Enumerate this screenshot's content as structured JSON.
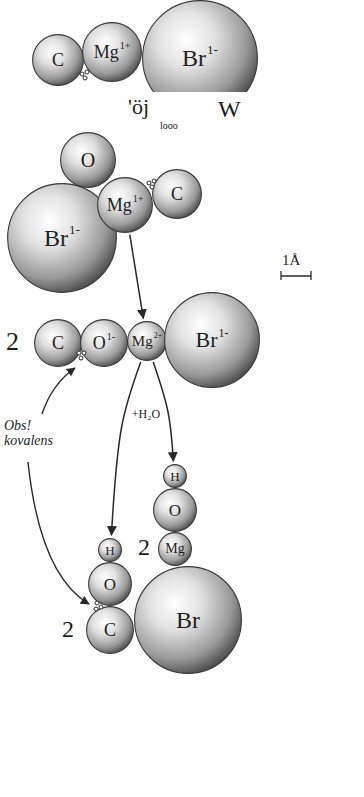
{
  "diagram": {
    "nodes": [
      {
        "text": [
          "C"
        ]
      },
      {
        "text": [
          "Mg",
          "1+"
        ]
      },
      {
        "text": [
          "Br",
          "1-"
        ]
      },
      {
        "text": [
          "O"
        ]
      },
      {
        "text": [
          "Br",
          "1-"
        ]
      },
      {
        "text": [
          "Mg",
          "1+"
        ]
      },
      {
        "text": [
          "C"
        ]
      },
      {
        "text": [
          "C"
        ]
      },
      {
        "text": [
          "O",
          "1-"
        ]
      },
      {
        "text": [
          "Mg",
          "2+"
        ]
      },
      {
        "text": [
          "Br",
          "1-"
        ]
      },
      {
        "text": [
          "H"
        ]
      },
      {
        "text": [
          "O"
        ]
      },
      {
        "text": [
          "C"
        ]
      },
      {
        "text": [
          "H"
        ]
      },
      {
        "text": [
          "O"
        ]
      },
      {
        "text": [
          "Mg"
        ]
      },
      {
        "text": [
          "Br"
        ]
      }
    ],
    "edges": [
      {
        "from": 5,
        "to": 9,
        "arrow": "to"
      },
      {
        "from": 9,
        "to": 11,
        "arrow": "to"
      },
      {
        "from": 9,
        "to": 14,
        "arrow": "to"
      }
    ],
    "labels": [
      "'öj",
      "looo",
      "W",
      "1Å",
      "2",
      "Obs! kovalens",
      "+H₂O",
      "2",
      "2"
    ]
  }
}
